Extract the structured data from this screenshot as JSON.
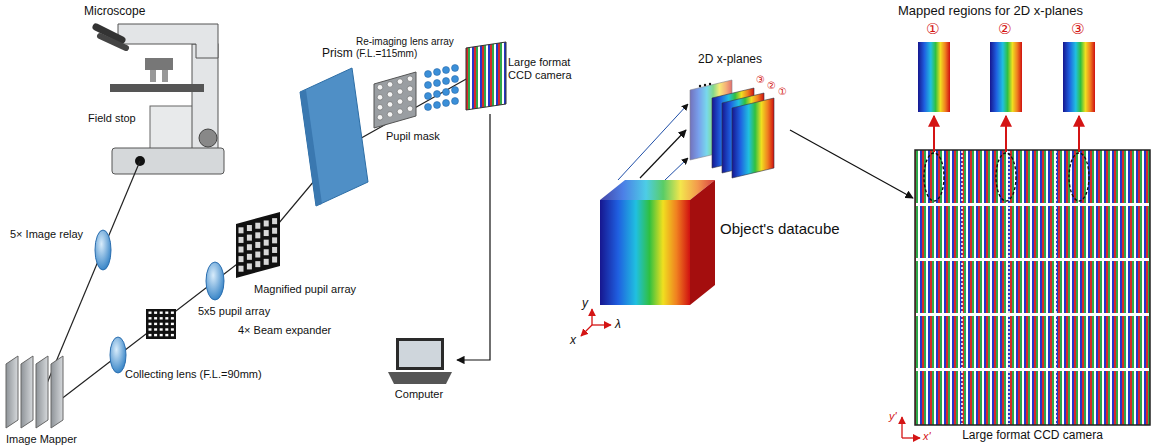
{
  "diagram": {
    "nodes": [
      {
        "text": [
          "Large format CCD camera"
        ]
      },
      {
        "text": [
          "Computer"
        ]
      },
      {
        "text": [
          "Object's datacube"
        ]
      },
      {
        "text": [
          "2D x-planes"
        ]
      },
      {
        "text": [
          "Large format CCD camera"
        ]
      }
    ],
    "edges": [
      {
        "from": 0,
        "to": 1,
        "arrow": "to"
      },
      {
        "from": 2,
        "to": 3,
        "arrow": "to"
      },
      {
        "from": 3,
        "to": 4,
        "arrow": "to"
      }
    ],
    "labels": [
      "Microscope",
      "Field stop",
      "5× Image relay",
      "Image Mapper",
      "Collecting lens (F.L.=90mm)",
      "5x5 pupil array",
      "4× Beam expander",
      "Magnified pupil array",
      "Prism",
      "Re-imaging lens array (F.L.=115mm)",
      "Pupil mask",
      "y",
      "x",
      "λ",
      "③",
      "②",
      "①",
      "Mapped regions for 2D x-planes",
      "①",
      "②",
      "③",
      "y'",
      "x'"
    ]
  }
}
